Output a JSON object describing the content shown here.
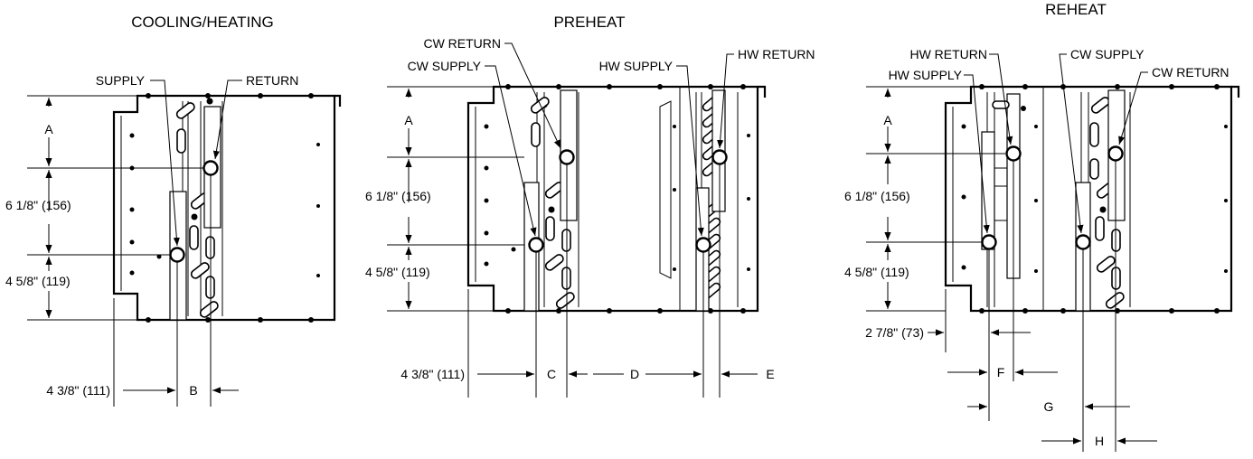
{
  "panels": {
    "cooling": {
      "title": "COOLING/HEATING",
      "supply": "SUPPLY",
      "return": "RETURN",
      "dim_a": "A",
      "dim_156": "6 1/8\" (156)",
      "dim_119": "4 5/8\" (119)",
      "dim_111": "4 3/8\" (111)",
      "dim_b": "B"
    },
    "preheat": {
      "title": "PREHEAT",
      "cw_return": "CW RETURN",
      "cw_supply": "CW SUPPLY",
      "hw_supply": "HW SUPPLY",
      "hw_return": "HW RETURN",
      "dim_a": "A",
      "dim_156": "6 1/8\" (156)",
      "dim_119": "4 5/8\" (119)",
      "dim_111": "4 3/8\" (111)",
      "dim_c": "C",
      "dim_d": "D",
      "dim_e": "E"
    },
    "reheat": {
      "title": "REHEAT",
      "hw_return": "HW RETURN",
      "hw_supply": "HW SUPPLY",
      "cw_supply": "CW SUPPLY",
      "cw_return": "CW RETURN",
      "dim_a": "A",
      "dim_156": "6 1/8\" (156)",
      "dim_119": "4 5/8\" (119)",
      "dim_73": "2 7/8\" (73)",
      "dim_f": "F",
      "dim_g": "G",
      "dim_h": "H"
    }
  }
}
